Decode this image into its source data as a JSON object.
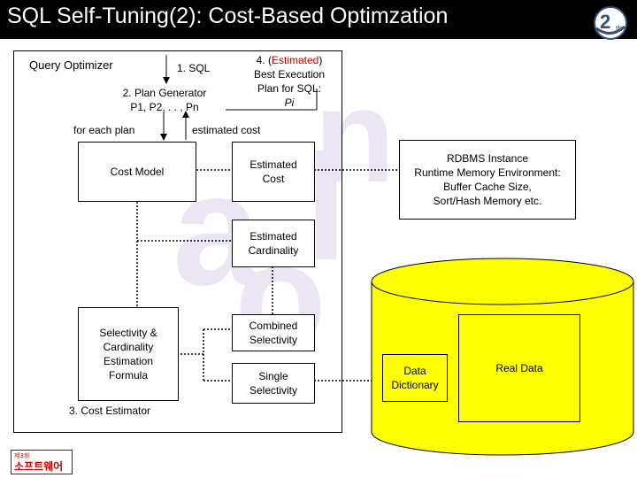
{
  "header": {
    "title": "SQL Self-Tuning(2): Cost-Based Optimzation",
    "badge_text": "2",
    "badge_suffix": "th"
  },
  "watermark": {
    "text_a": "a",
    "text_l": "l",
    "text_o": "o",
    "text_n": "n"
  },
  "optimizer": {
    "frame_label": "Query Optimizer",
    "step1": "1. SQL",
    "step2_line1": "2. Plan Generator",
    "step2_line2": "P1, P2, . . , Pn",
    "step4_num": "4. (",
    "step4_est": "Estimated",
    "step4_close": ")",
    "step4_line2": "Best Execution",
    "step4_line3": "Plan for SQL:",
    "step4_pi": "Pi",
    "for_each_plan": "for each plan",
    "estimated_cost_label": "estimated cost",
    "cost_model": "Cost Model",
    "estimated_cost_box_line1": "Estimated",
    "estimated_cost_box_line2": "Cost",
    "estimated_cardinality_line1": "Estimated",
    "estimated_cardinality_line2": "Cardinality",
    "selectivity_line1": "Selectivity &",
    "selectivity_line2": "Cardinality",
    "selectivity_line3": "Estimation",
    "selectivity_line4": "Formula",
    "combined_line1": "Combined",
    "combined_line2": "Selectivity",
    "single_line1": "Single",
    "single_line2": "Selectivity",
    "cost_estimator": "3. Cost Estimator"
  },
  "rdbms": {
    "line1": "RDBMS Instance",
    "line2": "Runtime Memory Environment:",
    "line3": "Buffer Cache Size,",
    "line4": "Sort/Hash Memory etc."
  },
  "database": {
    "data_dictionary_line1": "Data",
    "data_dictionary_line2": "Dictionary",
    "real_data": "Real Data"
  },
  "footer": {
    "logo_small": "제3회",
    "logo_text": "소프트웨어"
  },
  "colors": {
    "title_bg": "#000000",
    "title_text": "#ffffff",
    "cylinder_fill": "#ffff00",
    "watermark": "#ece5f3",
    "accent_red": "#cc0000",
    "logo_red": "#cc0000"
  }
}
